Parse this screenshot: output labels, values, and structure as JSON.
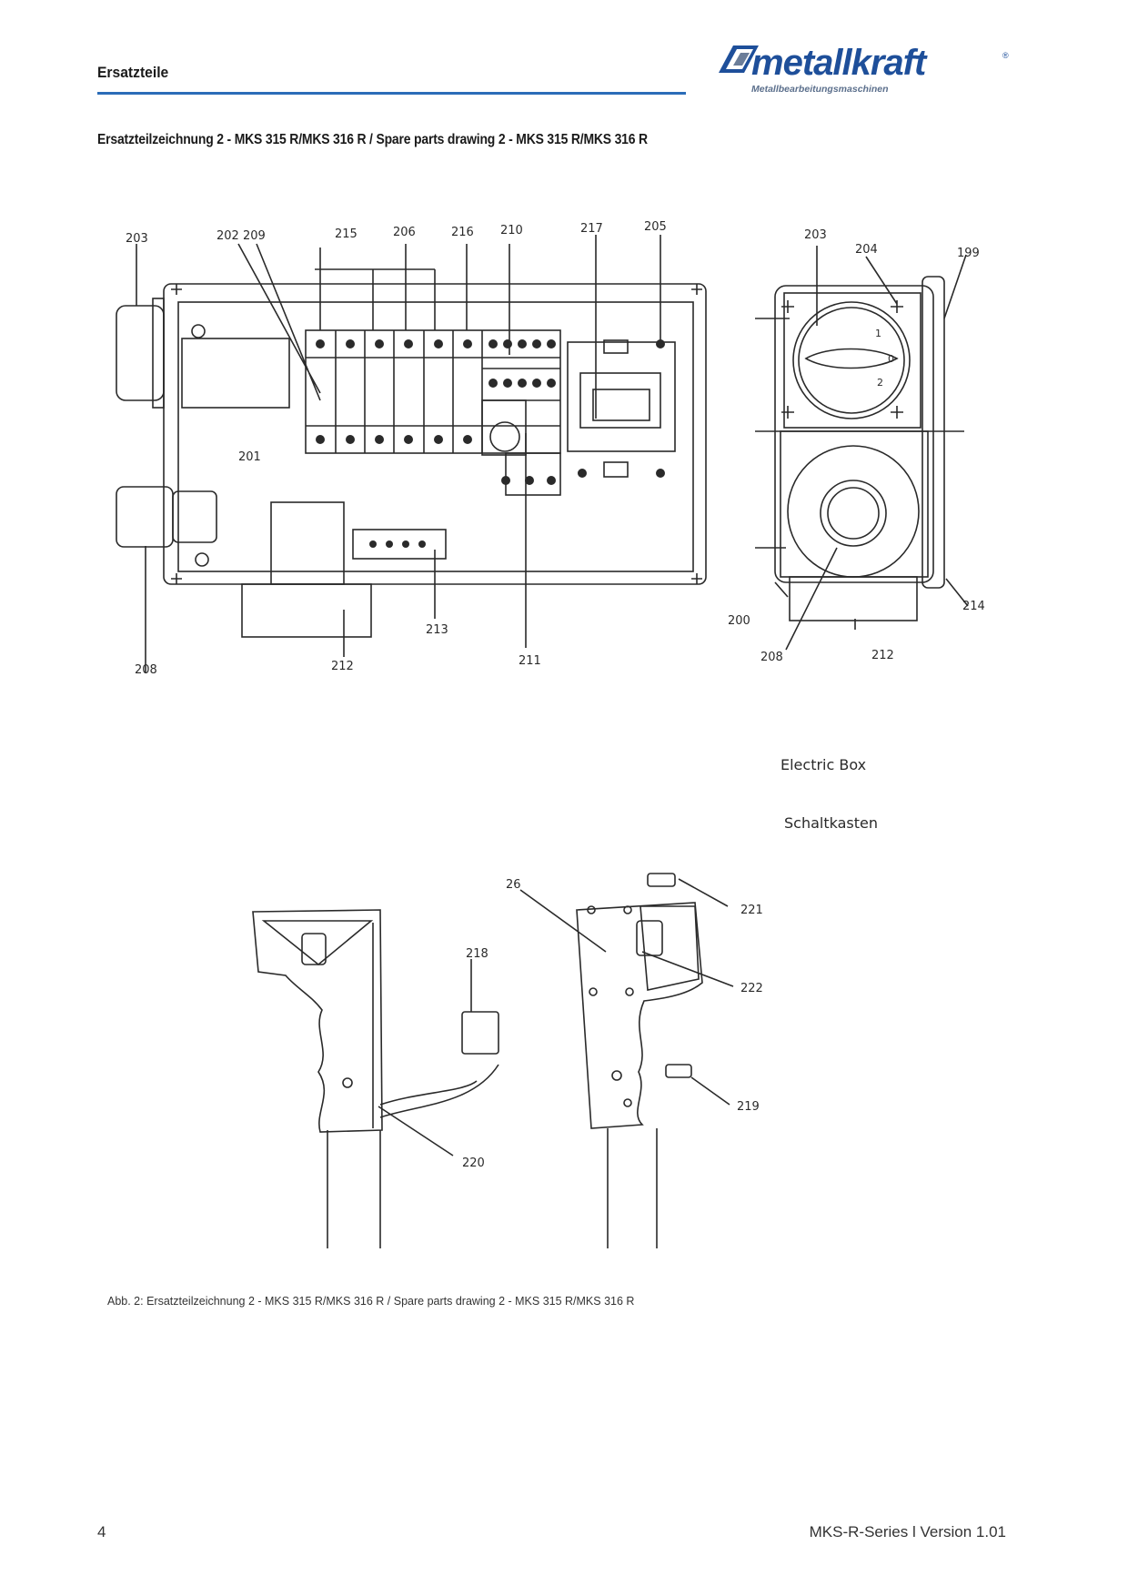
{
  "header": {
    "title": "Ersatzteile",
    "logo_text": "metallkraft",
    "logo_registered": "®",
    "logo_tagline": "Metallbearbeitungsmaschinen"
  },
  "section_title": "Ersatzteilzeichnung 2 - MKS 315 R/MKS 316 R / Spare parts drawing 2 - MKS 315 R/MKS 316 R",
  "drawing": {
    "labels": {
      "p199": "199",
      "p200": "200",
      "p201": "201",
      "p202_209": "202 209",
      "p203_left": "203",
      "p203_right": "203",
      "p204": "204",
      "p205": "205",
      "p206": "206",
      "p208_left": "208",
      "p208_right": "208",
      "p210": "210",
      "p211": "211",
      "p212_left": "212",
      "p212_right": "212",
      "p213": "213",
      "p214": "214",
      "p215": "215",
      "p216": "216",
      "p217": "217",
      "p218": "218",
      "p219": "219",
      "p220": "220",
      "p221": "221",
      "p222": "222",
      "p26": "26"
    },
    "electric_box_en": "Electric Box",
    "electric_box_de": "Schaltkasten",
    "switch_positions": [
      "1",
      "0",
      "2"
    ]
  },
  "caption": "Abb. 2: Ersatzteilzeichnung 2 - MKS 315 R/MKS 316 R / Spare parts drawing 2 - MKS 315 R/MKS 316 R",
  "footer": {
    "page_number": "4",
    "version": "MKS-R-Series l Version 1.01"
  },
  "colors": {
    "accent_rule": "#2b6cb8",
    "logo_blue": "#1e4f9a",
    "logo_grey": "#6b7d99"
  }
}
